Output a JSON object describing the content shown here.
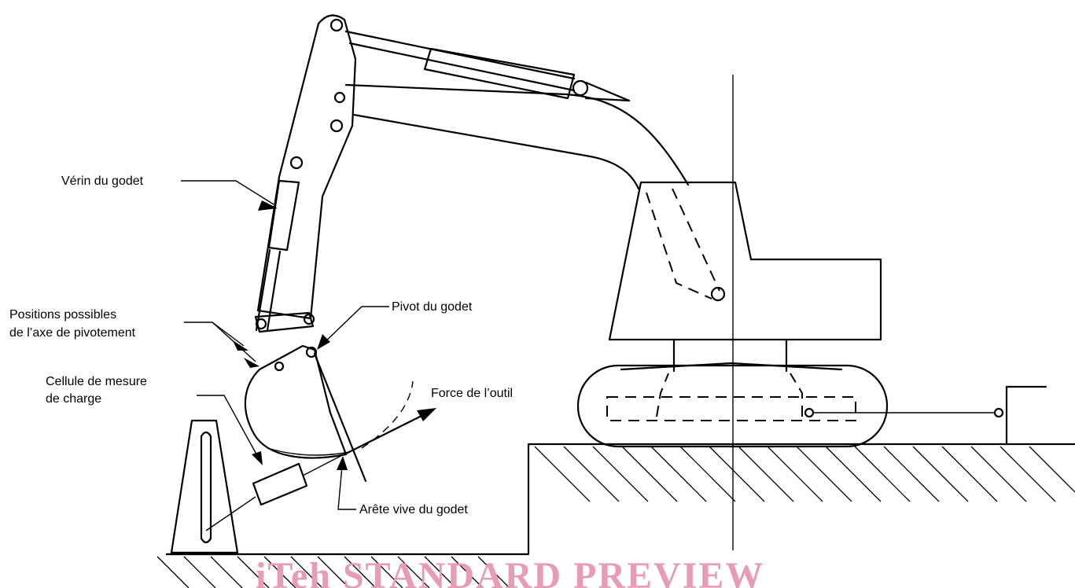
{
  "labels": {
    "cylinder": "Vérin du godet",
    "positions_1": "Positions possibles",
    "positions_2": "de l’axe de pivotement",
    "bucket_pivot": "Pivot du godet",
    "load_cell_1": "Cellule de mesure",
    "load_cell_2": "de charge",
    "tool_force": "Force de l’outil",
    "cutting_edge": "Arête vive du godet"
  },
  "watermark": "iTeh STANDARD PREVIEW"
}
